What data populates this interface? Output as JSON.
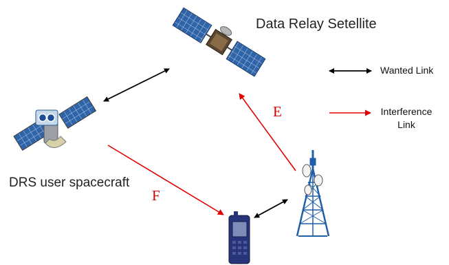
{
  "labels": {
    "relay_satellite": "Data Relay Setellite",
    "user_spacecraft": "DRS user spacecraft",
    "link_e": "E",
    "link_f": "F"
  },
  "legend": {
    "wanted": "Wanted Link",
    "interference": "Interference Link"
  },
  "colors": {
    "wanted_link": "#000000",
    "interference_link": "#e00000",
    "solar_panel": "#2f64a8",
    "tower": "#1f5fa8",
    "handset": "#27347a"
  },
  "icons": {
    "relay": "relay-satellite-icon",
    "user": "user-spacecraft-icon",
    "terminal": "ground-terminal-icon",
    "tower": "transmission-tower-icon"
  }
}
